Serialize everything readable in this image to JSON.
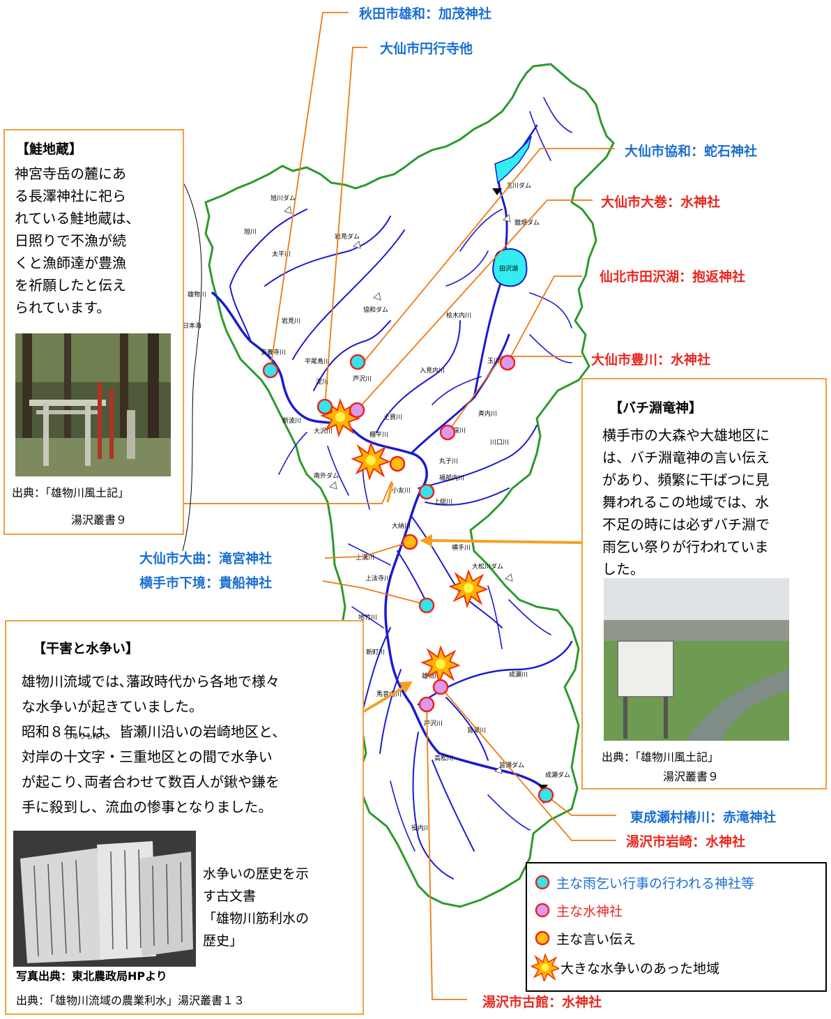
{
  "shrine_labels": [
    {
      "text": "秋田市雄和：加茂神社",
      "color": "#1a6fd1"
    },
    {
      "text": "大仙市円行寺他",
      "color": "#1a6fd1"
    },
    {
      "text": "大仙市協和：蛇石神社",
      "color": "#1a6fd1"
    },
    {
      "text": "大仙市大巻：水神社",
      "color": "#e8261e"
    },
    {
      "text": "仙北市田沢湖：抱返神社",
      "color": "#e8261e"
    },
    {
      "text": "大仙市豊川：水神社",
      "color": "#e8261e"
    },
    {
      "text": "大仙市大曲：滝宮神社",
      "color": "#1a6fd1"
    },
    {
      "text": "横手市下境：貴船神社",
      "color": "#1a6fd1"
    },
    {
      "text": "東成瀬村椿川：赤滝神社",
      "color": "#1a6fd1"
    },
    {
      "text": "湯沢市岩崎：水神社",
      "color": "#e8261e"
    },
    {
      "text": "湯沢市古館：水神社",
      "color": "#e8261e"
    }
  ],
  "box_salmon": {
    "title": "【鮭地蔵】",
    "lines": [
      "神宮寺岳の麓にあ",
      "る長澤神社に祀ら",
      "れている鮭地蔵は、",
      "日照りで不漁が続",
      "くと漁師達が豊漁",
      "を祈願したと伝え",
      "られています。"
    ],
    "source1": "出典：「雄物川風土記」",
    "source2": "湯沢叢書９"
  },
  "box_dragon": {
    "title": "【バチ淵竜神】",
    "lines": [
      "横手市の大森や大雄地区に",
      "は、バチ淵竜神の言い伝え",
      "があり、頻繁に干ばつに見",
      "舞われるこの地域では、水",
      "不足の時には必ずバチ淵で",
      "雨乞い祭りが行われていま",
      "した。"
    ],
    "source1": "出典：「雄物川風土記」",
    "source2": "湯沢叢書９"
  },
  "box_drought": {
    "title": "【干害と水争い】",
    "lines": [
      "雄物川流域では､藩政時代から各地で様々",
      "な水争いが起きていました。",
      "昭和８年には、皆瀬川沿いの岩崎地区と、",
      "対岸の十文字・三重地区との間で水争い",
      "が起こり､両者合わせて数百人が鍬や鎌を",
      "手に殺到し、流血の惨事となりました。"
    ],
    "ruby": "じゅうもん じ",
    "doc_caption": [
      "水争いの歴史を示",
      "す古文書",
      "「雄物川筋利水の",
      "歴史」"
    ],
    "photo_credit": "写真出典：東北農政局HPより",
    "source": "出典：「雄物川流域の農業利水」湯沢叢書１３"
  },
  "legend": [
    {
      "text": "主な雨乞い行事の行われる神社等",
      "color": "#1a6fd1",
      "symbol": "cyan-circle"
    },
    {
      "text": "主な水神社",
      "color": "#e8261e",
      "symbol": "violet-circle"
    },
    {
      "text": "主な言い伝え",
      "color": "#000000",
      "symbol": "orange-circle"
    },
    {
      "text": "大きな水争いのあった地域",
      "color": "#000000",
      "symbol": "explosion-icon"
    }
  ],
  "map_labels": {
    "asahi_dam": "旭川ダム",
    "asahi_river": "旭川",
    "taihei_river": "太平川",
    "iwami_dam": "岩見ダム",
    "omono_river": "雄物川",
    "iwami_river": "岩見川",
    "kyowa_dam": "協和ダム",
    "ampouji_river": "安養寺川",
    "hiraojima_river": "平尾島川",
    "yodo_river": "淀川",
    "ashizawa_river": "芦沢川",
    "tamagawa_dam": "玉川ダム",
    "kamafusa_dam": "鎧畑ダム",
    "tazawa_lake": "田沢湖",
    "hinokinai_river": "桧木内川",
    "irimi_river": "入見内川",
    "tama_river": "玉川",
    "tsuchikai_river": "土買川",
    "sainai_river": "斉内川",
    "maru_river": "丸子川",
    "kawaguchi_river": "川口川",
    "fukube_river": "福部内川",
    "kubo_river": "窪川",
    "shinpa_river": "新波川",
    "osawa_river": "大沢川",
    "tanahira_river": "棚平川",
    "nangai_dam": "南外ダム",
    "koyu_river": "小友川",
    "kamiso_river": "上総川",
    "onou_river": "大納川",
    "yokote_river": "横手川",
    "omatsu_dam": "大松川ダム",
    "kamimizo_river": "上溝川",
    "kamihoji_river": "上法寺川",
    "jitake_river": "地竹川",
    "shinmachi_river": "新町川",
    "mabanai_river": "馬音内川",
    "naruse_river": "成瀬川",
    "minase_river": "皆瀬川",
    "tozawa_river": "戸沢川",
    "takamatsu_river": "高松川",
    "minase_dam": "皆瀬ダム",
    "naruse_dam": "成瀬ダム",
    "yakunai_river": "役内川",
    "omono_river_2": "雄物川",
    "sea": "日本海"
  }
}
